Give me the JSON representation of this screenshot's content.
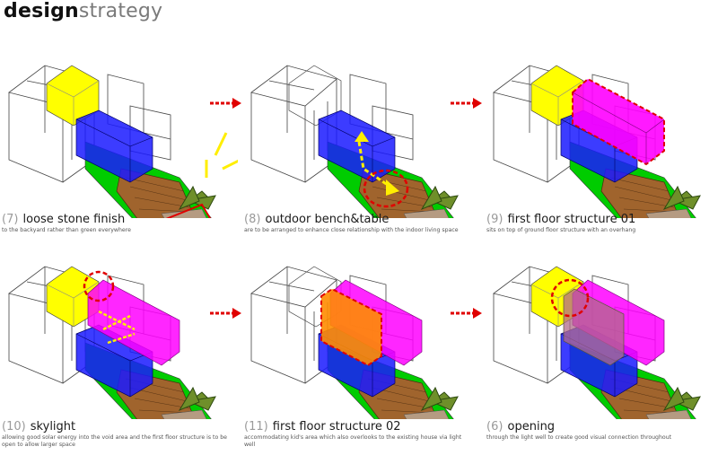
{
  "title": {
    "bold": "design",
    "light": "strategy"
  },
  "panels": [
    {
      "num": "(7)",
      "heading": "loose stone finish",
      "desc": "to the backyard rather than green everywhere"
    },
    {
      "num": "(8)",
      "heading": "outdoor bench&table",
      "desc": "are to be arranged to enhance close relationship with the indoor living space"
    },
    {
      "num": "(9)",
      "heading": "first floor structure 01",
      "desc": "sits on top of ground floor structure with an overhang"
    },
    {
      "num": "(10)",
      "heading": "skylight",
      "desc": "allowing good solar energy into the void area and the first floor structure is to be open to allow larger space"
    },
    {
      "num": "(11)",
      "heading": "first floor structure 02",
      "desc": "accommodating kid's area which also overlooks to the existing house via light well"
    },
    {
      "num": "(6)",
      "heading": "opening",
      "desc": "through the light well to create good visual connection throughout"
    }
  ],
  "colors": {
    "yellow": "#ffff00",
    "blue": "#1a1aff",
    "magenta": "#ff00ff",
    "orange": "#ff8c00",
    "green": "#00cc00",
    "red": "#e00000",
    "wood": "#a0642d"
  }
}
